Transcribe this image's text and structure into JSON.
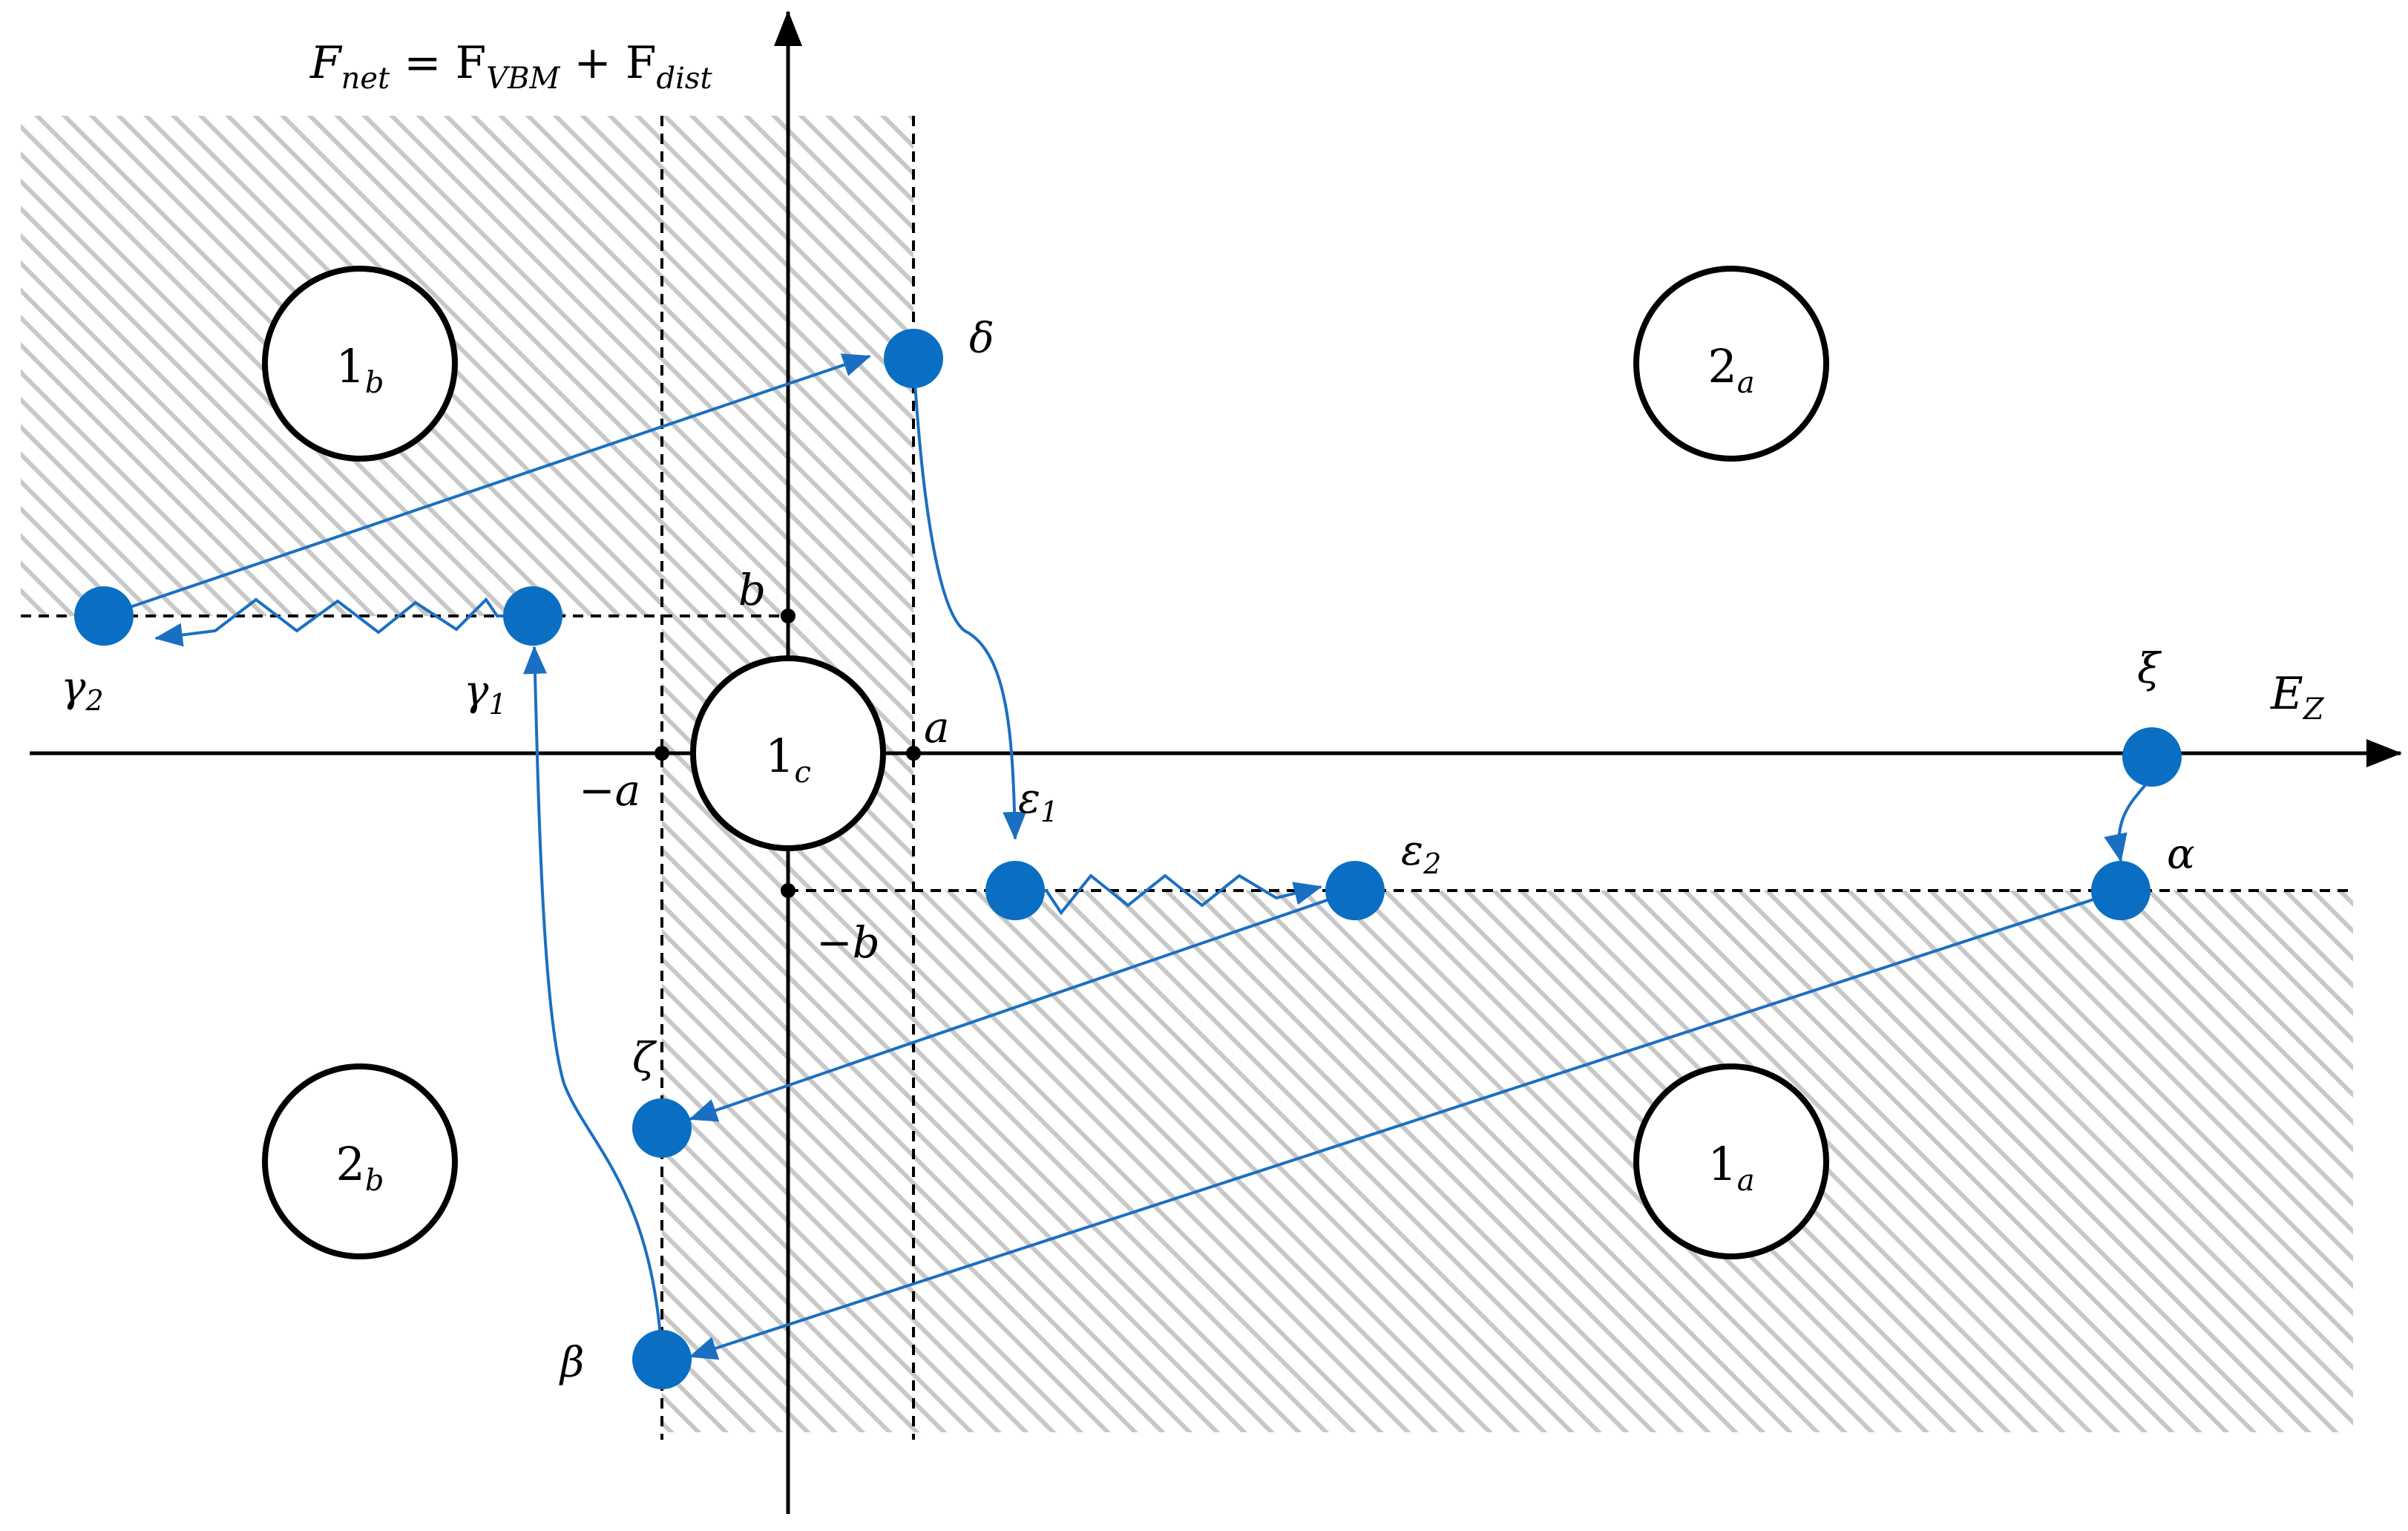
{
  "axes": {
    "y_label": {
      "main": "F",
      "sub": "net",
      "eq": " = F",
      "sub2": "VBM",
      "plus": " + F",
      "sub3": "dist"
    },
    "x_label": {
      "main": "E",
      "sub": "Z"
    },
    "ticks": {
      "a": "a",
      "neg_a": "−a",
      "b": "b",
      "neg_b": "−b"
    }
  },
  "regions": [
    {
      "main": "1",
      "sub": "b"
    },
    {
      "main": "2",
      "sub": "a"
    },
    {
      "main": "1",
      "sub": "c"
    },
    {
      "main": "2",
      "sub": "b"
    },
    {
      "main": "1",
      "sub": "a"
    }
  ],
  "points": [
    {
      "main": "δ",
      "sub": ""
    },
    {
      "main": "γ",
      "sub": "2"
    },
    {
      "main": "γ",
      "sub": "1"
    },
    {
      "main": "ξ",
      "sub": ""
    },
    {
      "main": "ε",
      "sub": "1"
    },
    {
      "main": "ε",
      "sub": "2"
    },
    {
      "main": "α",
      "sub": ""
    },
    {
      "main": "ζ",
      "sub": ""
    },
    {
      "main": "β",
      "sub": ""
    }
  ],
  "colors": {
    "point": "#0a6fc2",
    "arrow": "#1b6fc2",
    "hatch": "#c8c8c8",
    "axis": "#000000"
  }
}
